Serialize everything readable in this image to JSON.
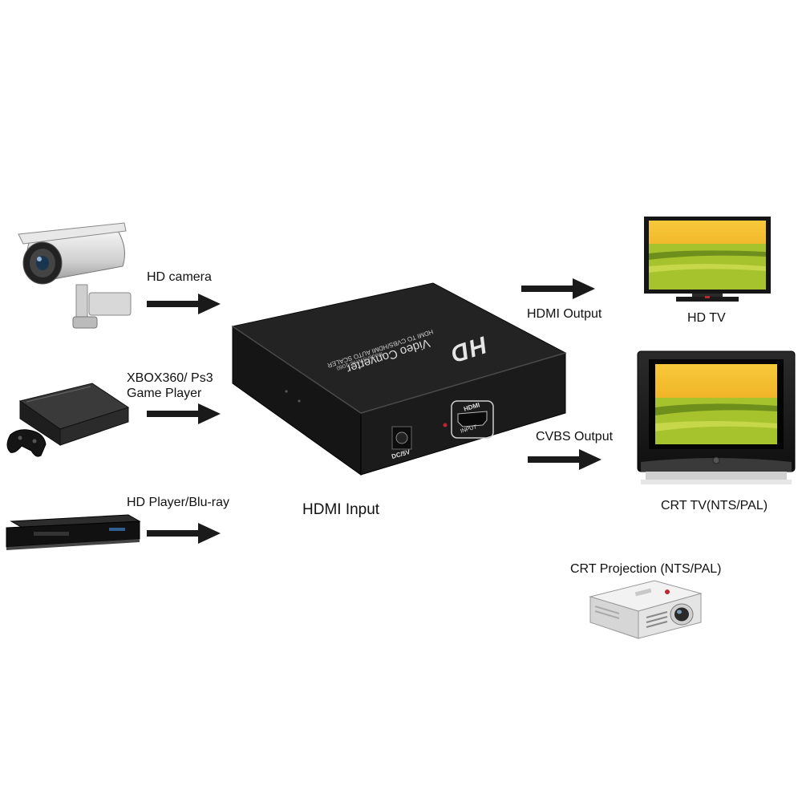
{
  "inputs": {
    "camera_label": "HD camera",
    "console_label_line1": "XBOX360/ Ps3",
    "console_label_line2": "Game Player",
    "player_label": "HD Player/Blu-ray"
  },
  "center": {
    "input_caption": "HDMI Input",
    "device": {
      "logo": "HD",
      "title": "Video Converter",
      "subtitle": "HDMI TO CVBS/HDMI AUTO SCALER",
      "model": "Model:SWHC-1060",
      "port_hdmi_badge": "HDMI",
      "port_input_label": "INPUT",
      "port_dc_label": "DC/5V"
    }
  },
  "outputs": {
    "hdmi_output_label": "HDMI Output",
    "hdtv_label": "HD TV",
    "cvbs_output_label": "CVBS Output",
    "crt_tv_label": "CRT TV(NTS/PAL)",
    "projector_label": "CRT Projection (NTS/PAL)"
  },
  "colors": {
    "arrow": "#1a1a1a",
    "device_body": "#1b1b1b",
    "screen_sky": "#f2b41a",
    "screen_field": "#9fbf2a"
  },
  "icons": [
    "cctv-camera-icon",
    "game-console-icon",
    "bluray-player-icon",
    "converter-box-icon",
    "lcd-tv-icon",
    "crt-tv-icon",
    "projector-icon",
    "arrow-right-icon"
  ]
}
